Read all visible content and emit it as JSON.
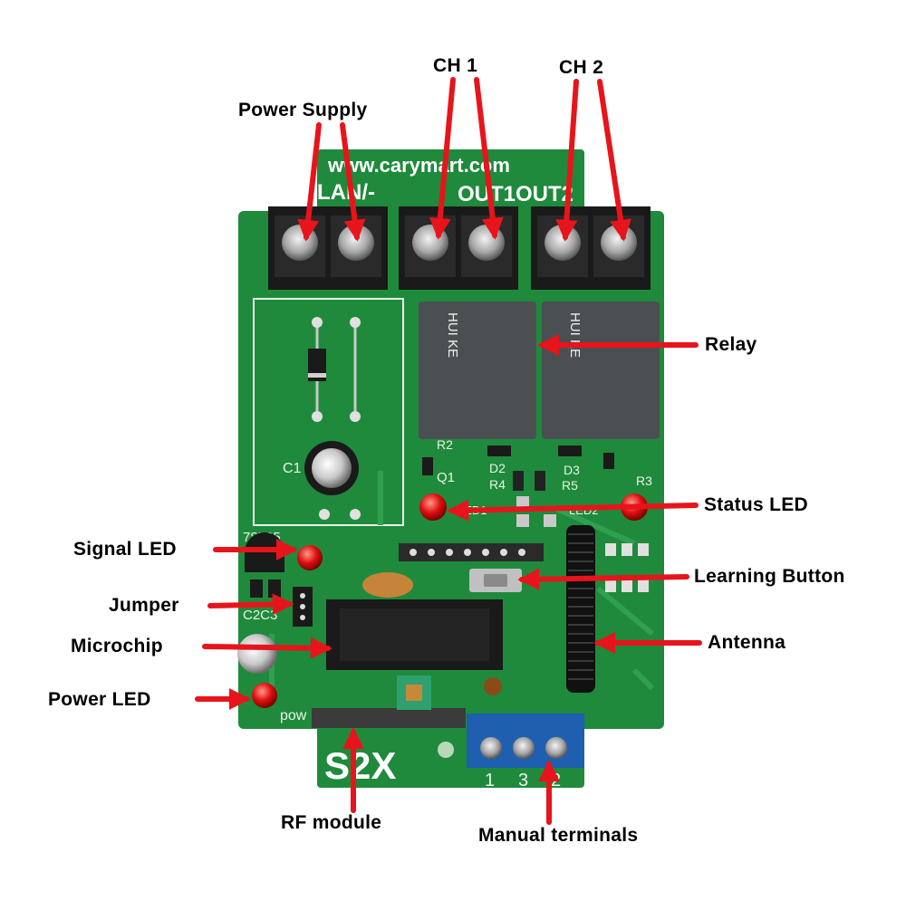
{
  "labels": {
    "power_supply": "Power Supply",
    "ch1": "CH 1",
    "ch2": "CH 2",
    "relay": "Relay",
    "status_led": "Status LED",
    "signal_led": "Signal LED",
    "learning_button": "Learning Button",
    "jumper": "Jumper",
    "antenna": "Antenna",
    "microchip": "Microchip",
    "power_led": "Power LED",
    "rf_module": "RF module",
    "manual_terminals": "Manual terminals"
  },
  "board_text": {
    "url": "www.carymart.com",
    "terminals_left": "LAN/-",
    "terminals_right": "OUT1OUT2",
    "model": "S2X",
    "regulator": "78L05",
    "c1": "C1",
    "c2c3": "C2C3",
    "q1": "Q1",
    "r2": "R2",
    "d2": "D2",
    "r4": "R4",
    "d3": "D3",
    "r5": "R5",
    "r3": "R3",
    "led1": "LED1",
    "led2": "LED2",
    "pow": "pow",
    "relay_brand": "HUI KE",
    "manual_pins": [
      "1",
      "3",
      "2"
    ]
  },
  "colors": {
    "pcb_green": "#1f8a3c",
    "arrow_red": "#e8141b",
    "terminal_blue": "#1f5fb0",
    "relay_gray": "#4b4f52"
  }
}
